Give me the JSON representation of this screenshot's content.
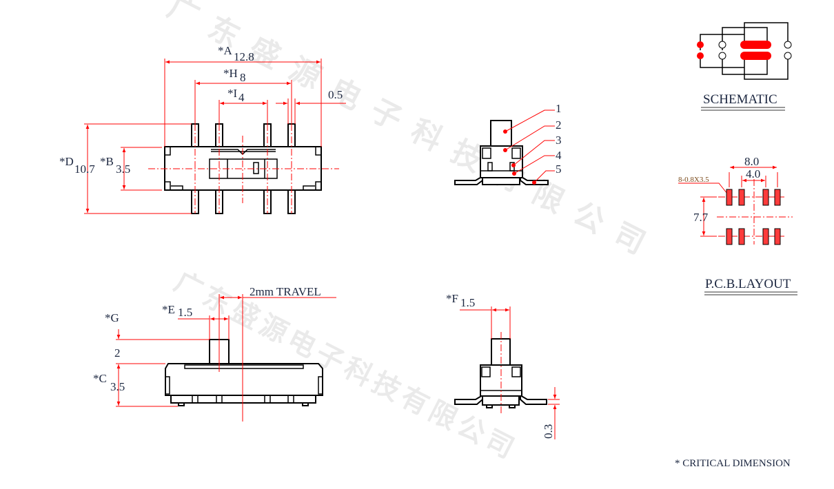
{
  "watermark": "广东盛源电子科技有限公司",
  "colors": {
    "dimension": "#ff0000",
    "outline": "#000000",
    "text": "#1c2740"
  },
  "top_view": {
    "A": {
      "label": "*A",
      "value": "12.8"
    },
    "H": {
      "label": "*H",
      "value": "8"
    },
    "I": {
      "label": "*I",
      "value": "4"
    },
    "pin_width": "0.5",
    "D": {
      "label": "*D",
      "value": "10.7"
    },
    "B": {
      "label": "*B",
      "value": "3.5"
    }
  },
  "side_view": {
    "callouts": [
      "1",
      "2",
      "3",
      "4",
      "5"
    ]
  },
  "front_view": {
    "travel": "2mm TRAVEL",
    "E": {
      "label": "*E",
      "value": "1.5"
    },
    "G": {
      "label": "*G",
      "value": "2"
    },
    "C": {
      "label": "*C",
      "value": "3.5"
    }
  },
  "end_view": {
    "F": {
      "label": "*F",
      "value": "1.5"
    },
    "lead_thickness": "0.3"
  },
  "schematic": {
    "title": "SCHEMATIC"
  },
  "pcb_layout": {
    "title": "P.C.B.LAYOUT",
    "pad_spec": "8-0.8X3.5",
    "outer_pitch": "8.0",
    "inner_pitch": "4.0",
    "row_spacing": "7.7"
  },
  "note": "* CRITICAL  DIMENSION"
}
